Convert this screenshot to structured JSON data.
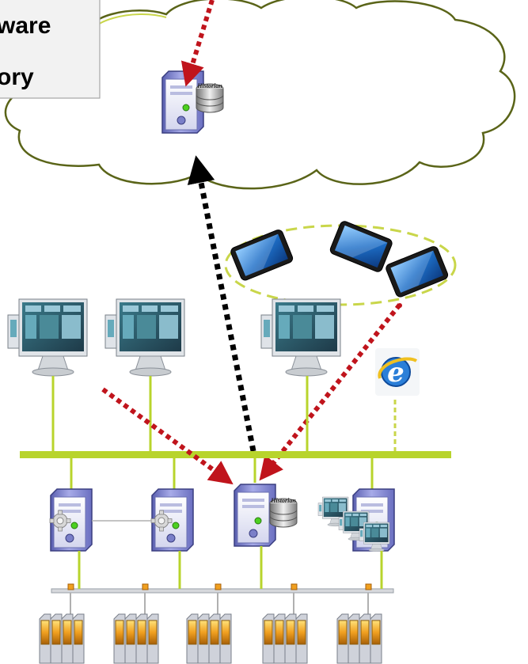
{
  "callout": {
    "line1": "ware",
    "line2": "ory"
  },
  "labels": {
    "historian_cloud": "Historian",
    "historian_plant": "Historian"
  },
  "colors": {
    "cloud_fill": "#ffffff",
    "cloud_stroke": "#5a6418",
    "bus": "#b8d42c",
    "bus_dashed": "#c9d64a",
    "red_arrow": "#c0141c",
    "black_arrow": "#000000",
    "server_body": "#8a8fd8",
    "server_face": "#e8e8f4",
    "tablet": "#1a1a1a",
    "tablet_screen": "#1e6fc8",
    "storage": "#f0a020"
  },
  "icons": [
    "server-icon",
    "database-icon",
    "gear-icon",
    "monitor-icon",
    "tablet-icon",
    "internet-explorer-icon",
    "storage-rack-icon"
  ]
}
